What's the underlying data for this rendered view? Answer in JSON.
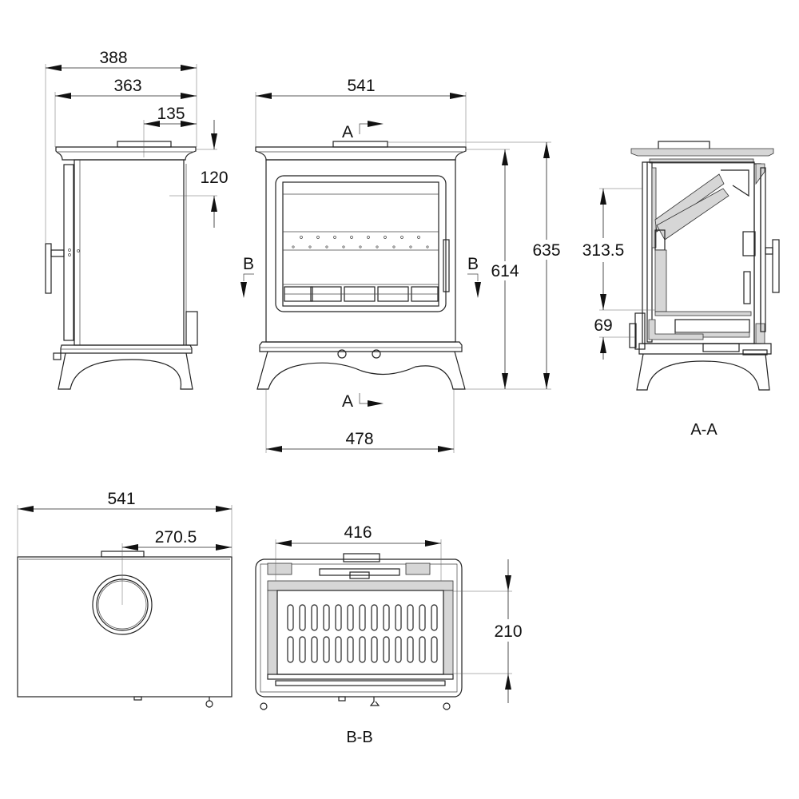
{
  "views": {
    "side": {
      "dim_overall_depth": "388",
      "dim_body_depth": "363",
      "dim_flue_offset": "135",
      "dim_flue_height": "120"
    },
    "front": {
      "dim_top_width": "541",
      "dim_base_width": "478",
      "dim_height_614": "614",
      "dim_height_635": "635",
      "section_a_top": "A",
      "section_a_bottom": "A",
      "section_b_left": "B",
      "section_b_right": "B"
    },
    "section_aa": {
      "label": "A-A",
      "dim_313": "313.5",
      "dim_69": "69"
    },
    "top": {
      "dim_width": "541",
      "dim_flue_center": "270.5"
    },
    "section_bb": {
      "label": "B-B",
      "dim_416": "416",
      "dim_210": "210"
    }
  }
}
